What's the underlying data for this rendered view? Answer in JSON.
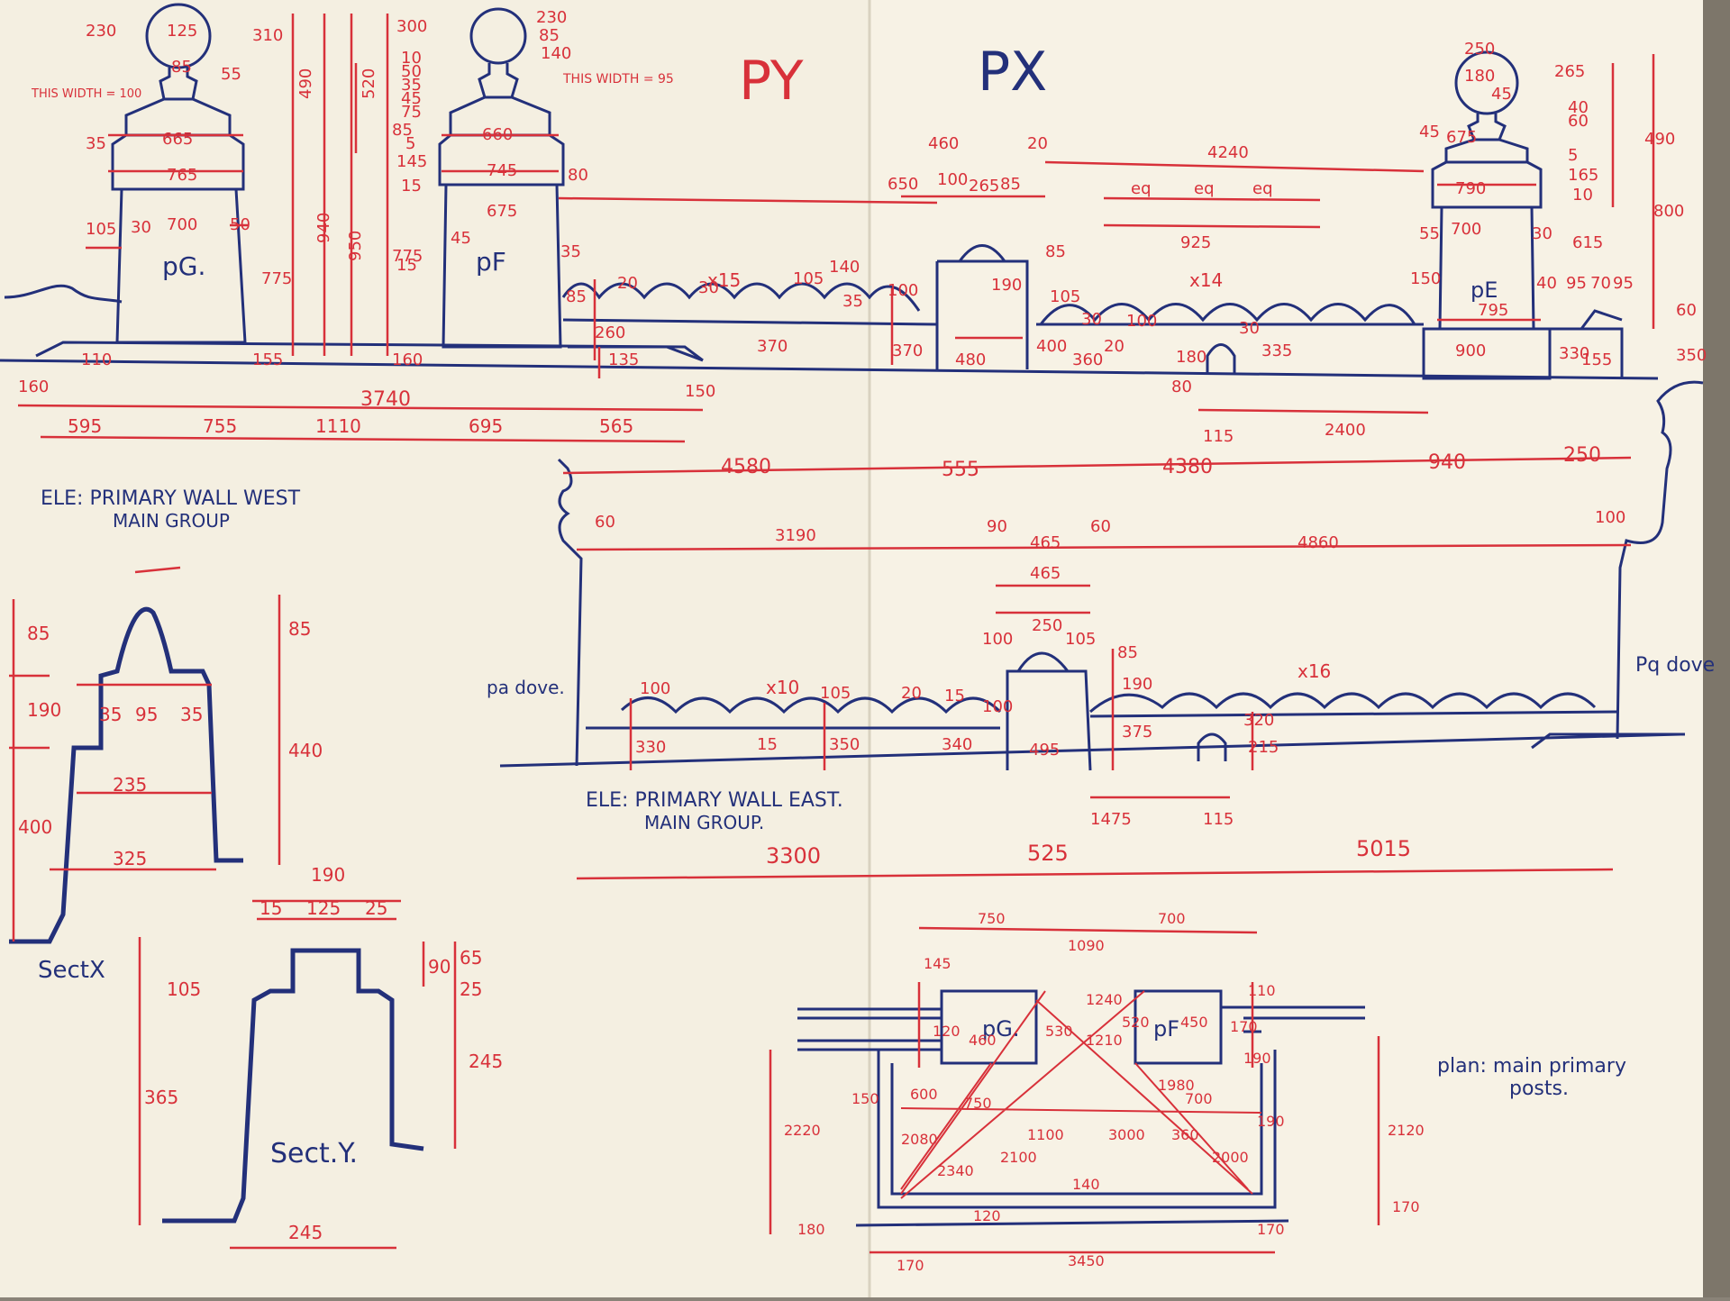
{
  "colors": {
    "paper": "#f6f1e3",
    "ink_blue": "#23307a",
    "ink_red": "#d8313a",
    "background": "#8a8378"
  },
  "sheet": {
    "top_marks": [
      "PY",
      "PX"
    ]
  },
  "west_elevation": {
    "title_line1": "ELE: PRIMARY WALL WEST",
    "title_line2": "MAIN GROUP",
    "labels": [
      "pG.",
      "pF"
    ],
    "notes": [
      "THIS WIDTH = 100",
      "THIS WIDTH = 95"
    ],
    "repeat": "x15",
    "dims": [
      {
        "text": "230"
      },
      {
        "text": "125"
      },
      {
        "text": "85"
      },
      {
        "text": "310"
      },
      {
        "text": "665"
      },
      {
        "text": "765"
      },
      {
        "text": "700"
      },
      {
        "text": "105"
      },
      {
        "text": "30"
      },
      {
        "text": "35"
      },
      {
        "text": "50"
      },
      {
        "text": "55"
      },
      {
        "text": "490"
      },
      {
        "text": "520"
      },
      {
        "text": "940"
      },
      {
        "text": "950"
      },
      {
        "text": "775"
      },
      {
        "text": "775"
      },
      {
        "text": "300"
      },
      {
        "text": "230"
      },
      {
        "text": "85"
      },
      {
        "text": "140"
      },
      {
        "text": "10"
      },
      {
        "text": "50"
      },
      {
        "text": "35"
      },
      {
        "text": "45"
      },
      {
        "text": "75"
      },
      {
        "text": "85"
      },
      {
        "text": "5"
      },
      {
        "text": "145"
      },
      {
        "text": "15"
      },
      {
        "text": "660"
      },
      {
        "text": "745"
      },
      {
        "text": "675"
      },
      {
        "text": "80"
      },
      {
        "text": "45"
      },
      {
        "text": "35"
      },
      {
        "text": "110"
      },
      {
        "text": "155"
      },
      {
        "text": "160"
      },
      {
        "text": "85"
      },
      {
        "text": "20"
      },
      {
        "text": "30"
      },
      {
        "text": "105"
      },
      {
        "text": "35"
      },
      {
        "text": "100"
      },
      {
        "text": "260"
      },
      {
        "text": "135"
      },
      {
        "text": "370"
      },
      {
        "text": "370"
      },
      {
        "text": "140"
      },
      {
        "text": "15"
      }
    ],
    "overall": {
      "total": "3740",
      "left": "160",
      "right": "150",
      "segments": [
        "595",
        "755",
        "1110",
        "695",
        "565"
      ]
    }
  },
  "east_elevation_upper": {
    "labels": [
      "pE"
    ],
    "repeat": "x14",
    "eq": [
      "eq",
      "eq",
      "eq"
    ],
    "dims": [
      {
        "text": "460"
      },
      {
        "text": "20"
      },
      {
        "text": "4240"
      },
      {
        "text": "650"
      },
      {
        "text": "100"
      },
      {
        "text": "265"
      },
      {
        "text": "85"
      },
      {
        "text": "925"
      },
      {
        "text": "85"
      },
      {
        "text": "190"
      },
      {
        "text": "105"
      },
      {
        "text": "30"
      },
      {
        "text": "100"
      },
      {
        "text": "30"
      },
      {
        "text": "480"
      },
      {
        "text": "400"
      },
      {
        "text": "360"
      },
      {
        "text": "20"
      },
      {
        "text": "180"
      },
      {
        "text": "80"
      },
      {
        "text": "335"
      },
      {
        "text": "115"
      },
      {
        "text": "2400"
      },
      {
        "text": "250"
      },
      {
        "text": "180"
      },
      {
        "text": "45"
      },
      {
        "text": "675"
      },
      {
        "text": "790"
      },
      {
        "text": "700"
      },
      {
        "text": "795"
      },
      {
        "text": "900"
      },
      {
        "text": "45"
      },
      {
        "text": "55"
      },
      {
        "text": "30"
      },
      {
        "text": "150"
      },
      {
        "text": "265"
      },
      {
        "text": "40"
      },
      {
        "text": "60"
      },
      {
        "text": "5"
      },
      {
        "text": "165"
      },
      {
        "text": "10"
      },
      {
        "text": "615"
      },
      {
        "text": "490"
      },
      {
        "text": "800"
      },
      {
        "text": "40"
      },
      {
        "text": "95"
      },
      {
        "text": "70"
      },
      {
        "text": "95"
      },
      {
        "text": "155"
      },
      {
        "text": "330"
      },
      {
        "text": "60"
      },
      {
        "text": "350"
      }
    ],
    "overall": {
      "segments": [
        "4580",
        "555",
        "4380",
        "940",
        "250"
      ]
    }
  },
  "east_elevation": {
    "title_line1": "ELE: PRIMARY WALL EAST.",
    "title_line2": "MAIN GROUP.",
    "labels": [
      "pa dove.",
      "Pq dove"
    ],
    "repeats": [
      "x10",
      "x16"
    ],
    "dims": [
      {
        "text": "60"
      },
      {
        "text": "3190"
      },
      {
        "text": "90"
      },
      {
        "text": "465"
      },
      {
        "text": "60"
      },
      {
        "text": "4860"
      },
      {
        "text": "100"
      },
      {
        "text": "465"
      },
      {
        "text": "100"
      },
      {
        "text": "250"
      },
      {
        "text": "105"
      },
      {
        "text": "85"
      },
      {
        "text": "190"
      },
      {
        "text": "100"
      },
      {
        "text": "105"
      },
      {
        "text": "20"
      },
      {
        "text": "15"
      },
      {
        "text": "100"
      },
      {
        "text": "330"
      },
      {
        "text": "15"
      },
      {
        "text": "350"
      },
      {
        "text": "340"
      },
      {
        "text": "495"
      },
      {
        "text": "375"
      },
      {
        "text": "320"
      },
      {
        "text": "215"
      },
      {
        "text": "1475"
      },
      {
        "text": "115"
      }
    ],
    "overall": {
      "segments": [
        "3300",
        "525",
        "5015"
      ]
    }
  },
  "section_x": {
    "label": "SectX",
    "dims": [
      {
        "text": "85"
      },
      {
        "text": "85"
      },
      {
        "text": "190"
      },
      {
        "text": "35"
      },
      {
        "text": "95"
      },
      {
        "text": "35"
      },
      {
        "text": "440"
      },
      {
        "text": "235"
      },
      {
        "text": "400"
      },
      {
        "text": "325"
      }
    ]
  },
  "section_y": {
    "label": "Sect.Y.",
    "dims": [
      {
        "text": "190"
      },
      {
        "text": "15"
      },
      {
        "text": "125"
      },
      {
        "text": "25"
      },
      {
        "text": "105"
      },
      {
        "text": "90"
      },
      {
        "text": "65"
      },
      {
        "text": "25"
      },
      {
        "text": "365"
      },
      {
        "text": "245"
      },
      {
        "text": "245"
      }
    ]
  },
  "plan": {
    "title_line1": "plan: main primary",
    "title_line2": "posts.",
    "labels": [
      "pG.",
      "pF"
    ],
    "dims": [
      {
        "text": "750"
      },
      {
        "text": "700"
      },
      {
        "text": "1090"
      },
      {
        "text": "145"
      },
      {
        "text": "120"
      },
      {
        "text": "460"
      },
      {
        "text": "530"
      },
      {
        "text": "1240"
      },
      {
        "text": "1210"
      },
      {
        "text": "520"
      },
      {
        "text": "450"
      },
      {
        "text": "110"
      },
      {
        "text": "170"
      },
      {
        "text": "190"
      },
      {
        "text": "150"
      },
      {
        "text": "600"
      },
      {
        "text": "750"
      },
      {
        "text": "1980"
      },
      {
        "text": "700"
      },
      {
        "text": "2220"
      },
      {
        "text": "2080"
      },
      {
        "text": "2340"
      },
      {
        "text": "2100"
      },
      {
        "text": "1100"
      },
      {
        "text": "3000"
      },
      {
        "text": "360"
      },
      {
        "text": "2000"
      },
      {
        "text": "190"
      },
      {
        "text": "2120"
      },
      {
        "text": "140"
      },
      {
        "text": "120"
      },
      {
        "text": "180"
      },
      {
        "text": "170"
      },
      {
        "text": "170"
      },
      {
        "text": "3450"
      },
      {
        "text": "170"
      }
    ]
  }
}
